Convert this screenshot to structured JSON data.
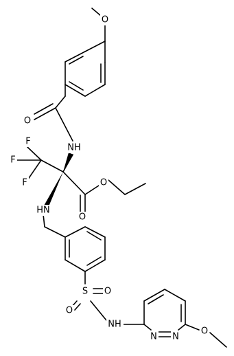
{
  "atom_labels": {
    "o_top": "O",
    "o_amide": "O",
    "nh_amide": "NH",
    "f1": "F",
    "f2": "F",
    "f3": "F",
    "o_ester_single": "O",
    "o_ester_carbonyl": "O",
    "nh_aniline": "HN",
    "s": "S",
    "o_s1": "O",
    "o_s2": "O",
    "nh_sulfonamide": "NH",
    "n_pyr1": "N",
    "n_pyr2": "N",
    "o_methoxy_right": "O"
  }
}
